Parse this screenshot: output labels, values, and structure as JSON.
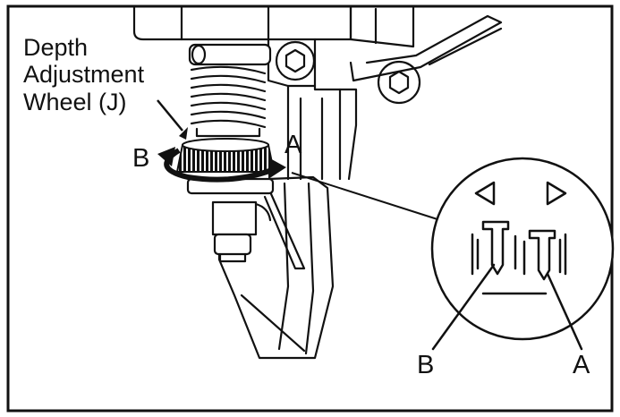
{
  "labels": {
    "wheel_line1": "Depth",
    "wheel_line2": "Adjustment",
    "wheel_line3": "Wheel (J)",
    "rotate_b": "B",
    "rotate_a": "A",
    "detail_b": "B",
    "detail_a": "A"
  },
  "colors": {
    "ink": "#111111",
    "paper": "#ffffff"
  }
}
